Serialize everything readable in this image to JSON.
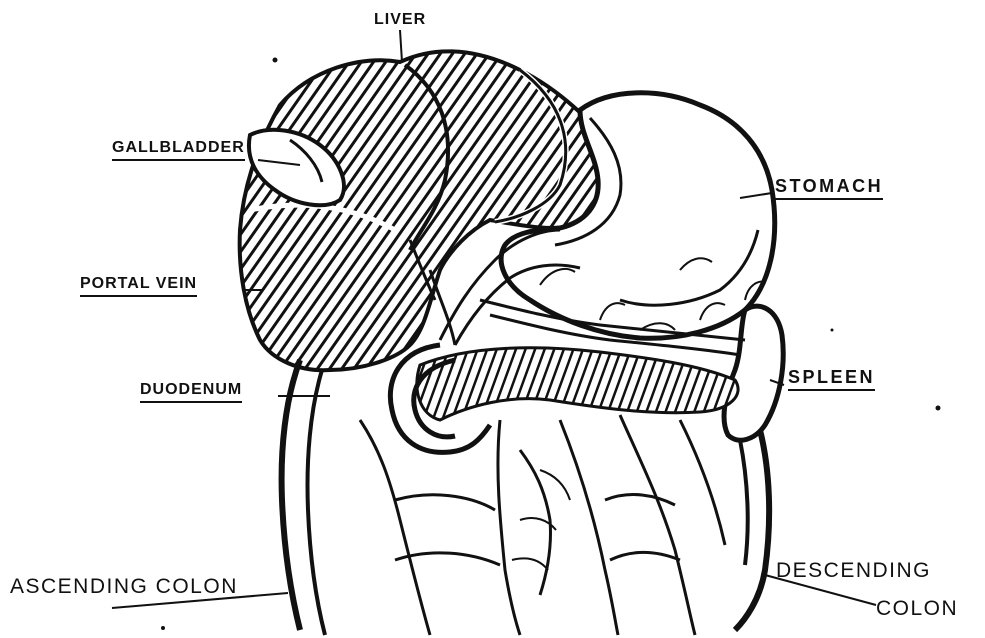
{
  "diagram": {
    "labels": {
      "liver": "LIVER",
      "gallbladder": "GALLBLADDER",
      "stomach": "STOMACH",
      "portal_vein": "PORTAL VEIN",
      "duodenum": "DUODENUM",
      "spleen": "SPLEEN",
      "ascending_colon": "ASCENDING COLON",
      "descending_colon_line1": "DESCENDING",
      "descending_colon_line2": "COLON"
    },
    "colors": {
      "ink": "#111111",
      "paper": "#ffffff"
    }
  }
}
